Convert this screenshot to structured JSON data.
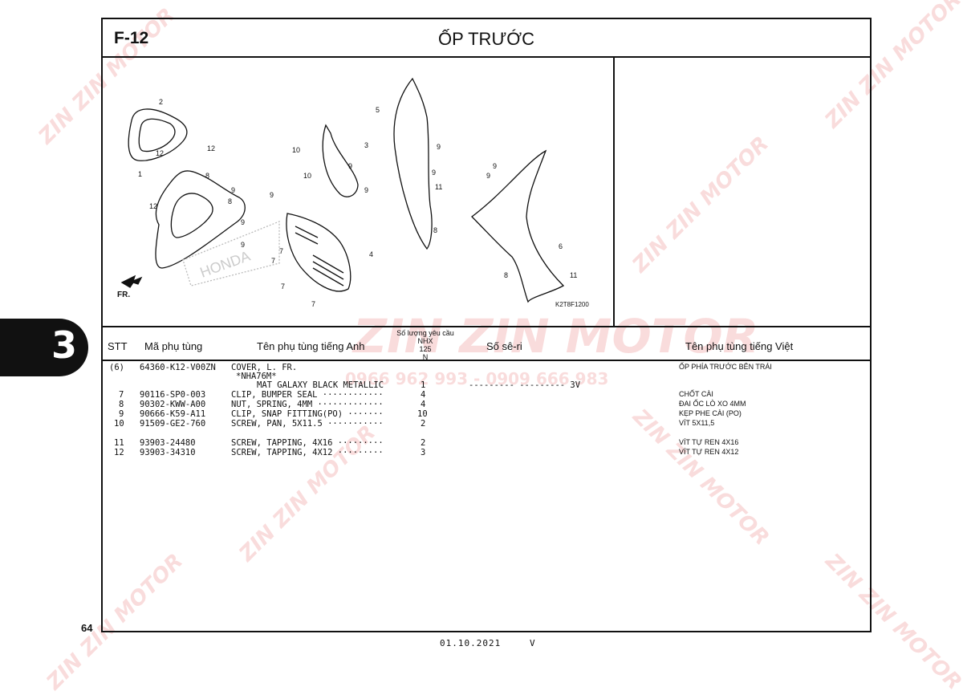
{
  "header": {
    "code": "F-12",
    "title": "ỐP TRƯỚC"
  },
  "diagram": {
    "ref_code": "K2T8F1200",
    "direction_label": "FR.",
    "brand_text": "HONDA",
    "callouts": [
      "1",
      "2",
      "3",
      "4",
      "5",
      "6",
      "7",
      "7",
      "7",
      "7",
      "8",
      "8",
      "8",
      "8",
      "9",
      "9",
      "9",
      "9",
      "9",
      "9",
      "9",
      "9",
      "9",
      "10",
      "10",
      "11",
      "11",
      "12",
      "12"
    ]
  },
  "table": {
    "headers": {
      "stt": "STT",
      "part_no": "Mã phụ tùng",
      "name_en": "Tên phụ tùng tiếng Anh",
      "qty_title": "Số lượng yêu cầu",
      "qty_nhx": "NHX",
      "qty_125": "125",
      "qty_n": "N",
      "serial": "Số sê-ri",
      "name_vi": "Tên phụ tùng tiếng Việt"
    },
    "rows": [
      {
        "stt": "(6)",
        "part_no": "64360-K12-V00ZN",
        "name_en": "COVER, L. FR.",
        "qty": "",
        "serial": "",
        "name_vi": "ỐP PHÍA TRƯỚC BÊN TRÁI"
      },
      {
        "stt": "",
        "part_no": "",
        "name_en": "*NHA76M*",
        "qty": "",
        "serial": "",
        "name_vi": ""
      },
      {
        "stt": "",
        "part_no": "",
        "name_en": "MAT GALAXY BLACK METALLIC",
        "qty": "1",
        "serial": "--------- --------- 3V",
        "name_vi": ""
      },
      {
        "stt": "7",
        "part_no": "90116-SP0-003",
        "name_en": "CLIP, BUMPER SEAL ············",
        "qty": "4",
        "serial": "",
        "name_vi": "CHỐT CÀI"
      },
      {
        "stt": "8",
        "part_no": "90302-KWW-A00",
        "name_en": "NUT, SPRING, 4MM ·············",
        "qty": "4",
        "serial": "",
        "name_vi": "ĐAI ỐC LÒ XO 4MM"
      },
      {
        "stt": "9",
        "part_no": "90666-K59-A11",
        "name_en": "CLIP, SNAP FITTING(PO) ·······",
        "qty": "10",
        "serial": "",
        "name_vi": "KẸP PHE CÀI (PO)"
      },
      {
        "stt": "10",
        "part_no": "91509-GE2-760",
        "name_en": "SCREW, PAN, 5X11.5 ···········",
        "qty": "2",
        "serial": "",
        "name_vi": "VÍT 5X11,5"
      },
      {
        "stt": "11",
        "part_no": "93903-24480",
        "name_en": "SCREW, TAPPING, 4X16 ·········",
        "qty": "2",
        "serial": "",
        "name_vi": "VÍT TỰ REN 4X16"
      },
      {
        "stt": "12",
        "part_no": "93903-34310",
        "name_en": "SCREW, TAPPING, 4X12 ·········",
        "qty": "3",
        "serial": "",
        "name_vi": "VÍT TỰ REN 4X12"
      }
    ]
  },
  "side_tab": "3",
  "page_number": "64",
  "footer": {
    "date": "01.10.2021",
    "version": "V"
  },
  "watermark": {
    "brand": "ZIN ZIN MOTOR",
    "phones": "0966 962 993 - 0909 666 983"
  },
  "colors": {
    "ink": "#111111",
    "watermark": "#dc3c3c"
  }
}
